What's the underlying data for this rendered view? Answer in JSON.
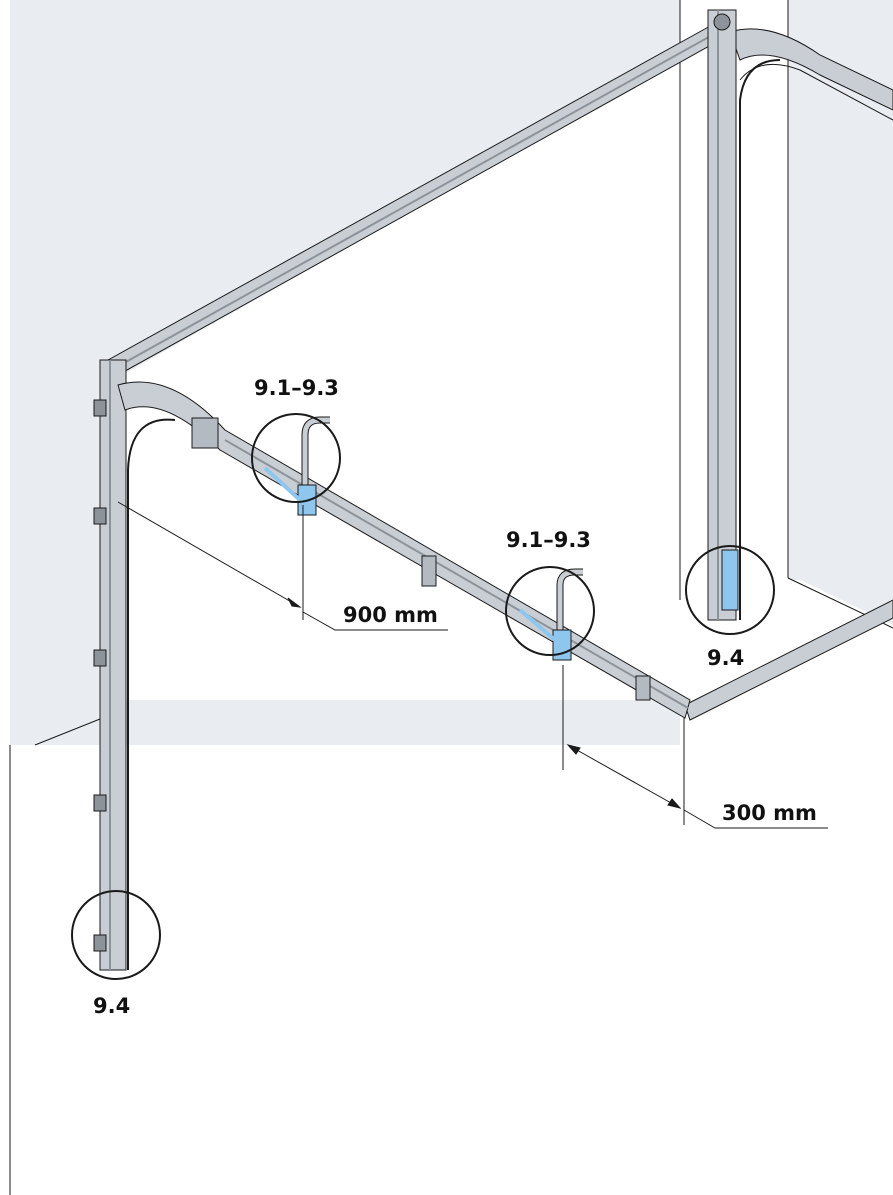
{
  "callouts": {
    "bracket_left": "9.1–9.3",
    "bracket_right": "9.1–9.3",
    "anchor_left": "9.4",
    "anchor_right": "9.4"
  },
  "dimensions": {
    "dim_900": "900 mm",
    "dim_300": "300 mm"
  },
  "colors": {
    "wall": "#e9edf1",
    "rail": "#c9ced4",
    "rail_dark": "#8d939a",
    "accent": "#8ec6ee",
    "line": "#1a1a1a"
  }
}
